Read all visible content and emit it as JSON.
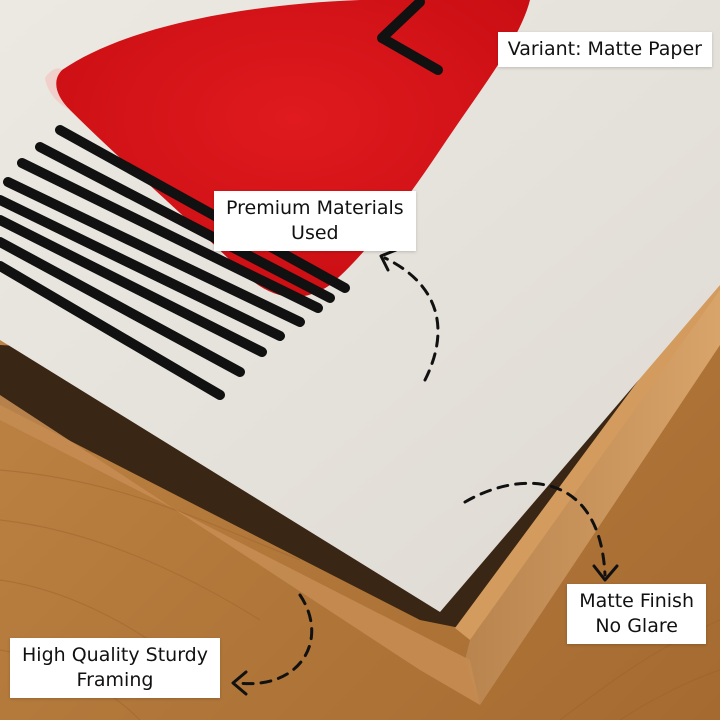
{
  "labels": {
    "variant": "Variant: Matte Paper",
    "materials_line1": "Premium Materials",
    "materials_line2": "Used",
    "matte_line1": "Matte Finish",
    "matte_line2": "No Glare",
    "framing_line1": "High Quality Sturdy",
    "framing_line2": "Framing"
  },
  "colors": {
    "paper": "#e9e6e0",
    "red_shape": "#d8141a",
    "black_stripes": "#111111",
    "wood_frame": "#c4894e",
    "wood_floor": "#b8803f",
    "label_background": "#ffffff"
  },
  "icons": [
    "dashed-curved-arrow-icon"
  ]
}
